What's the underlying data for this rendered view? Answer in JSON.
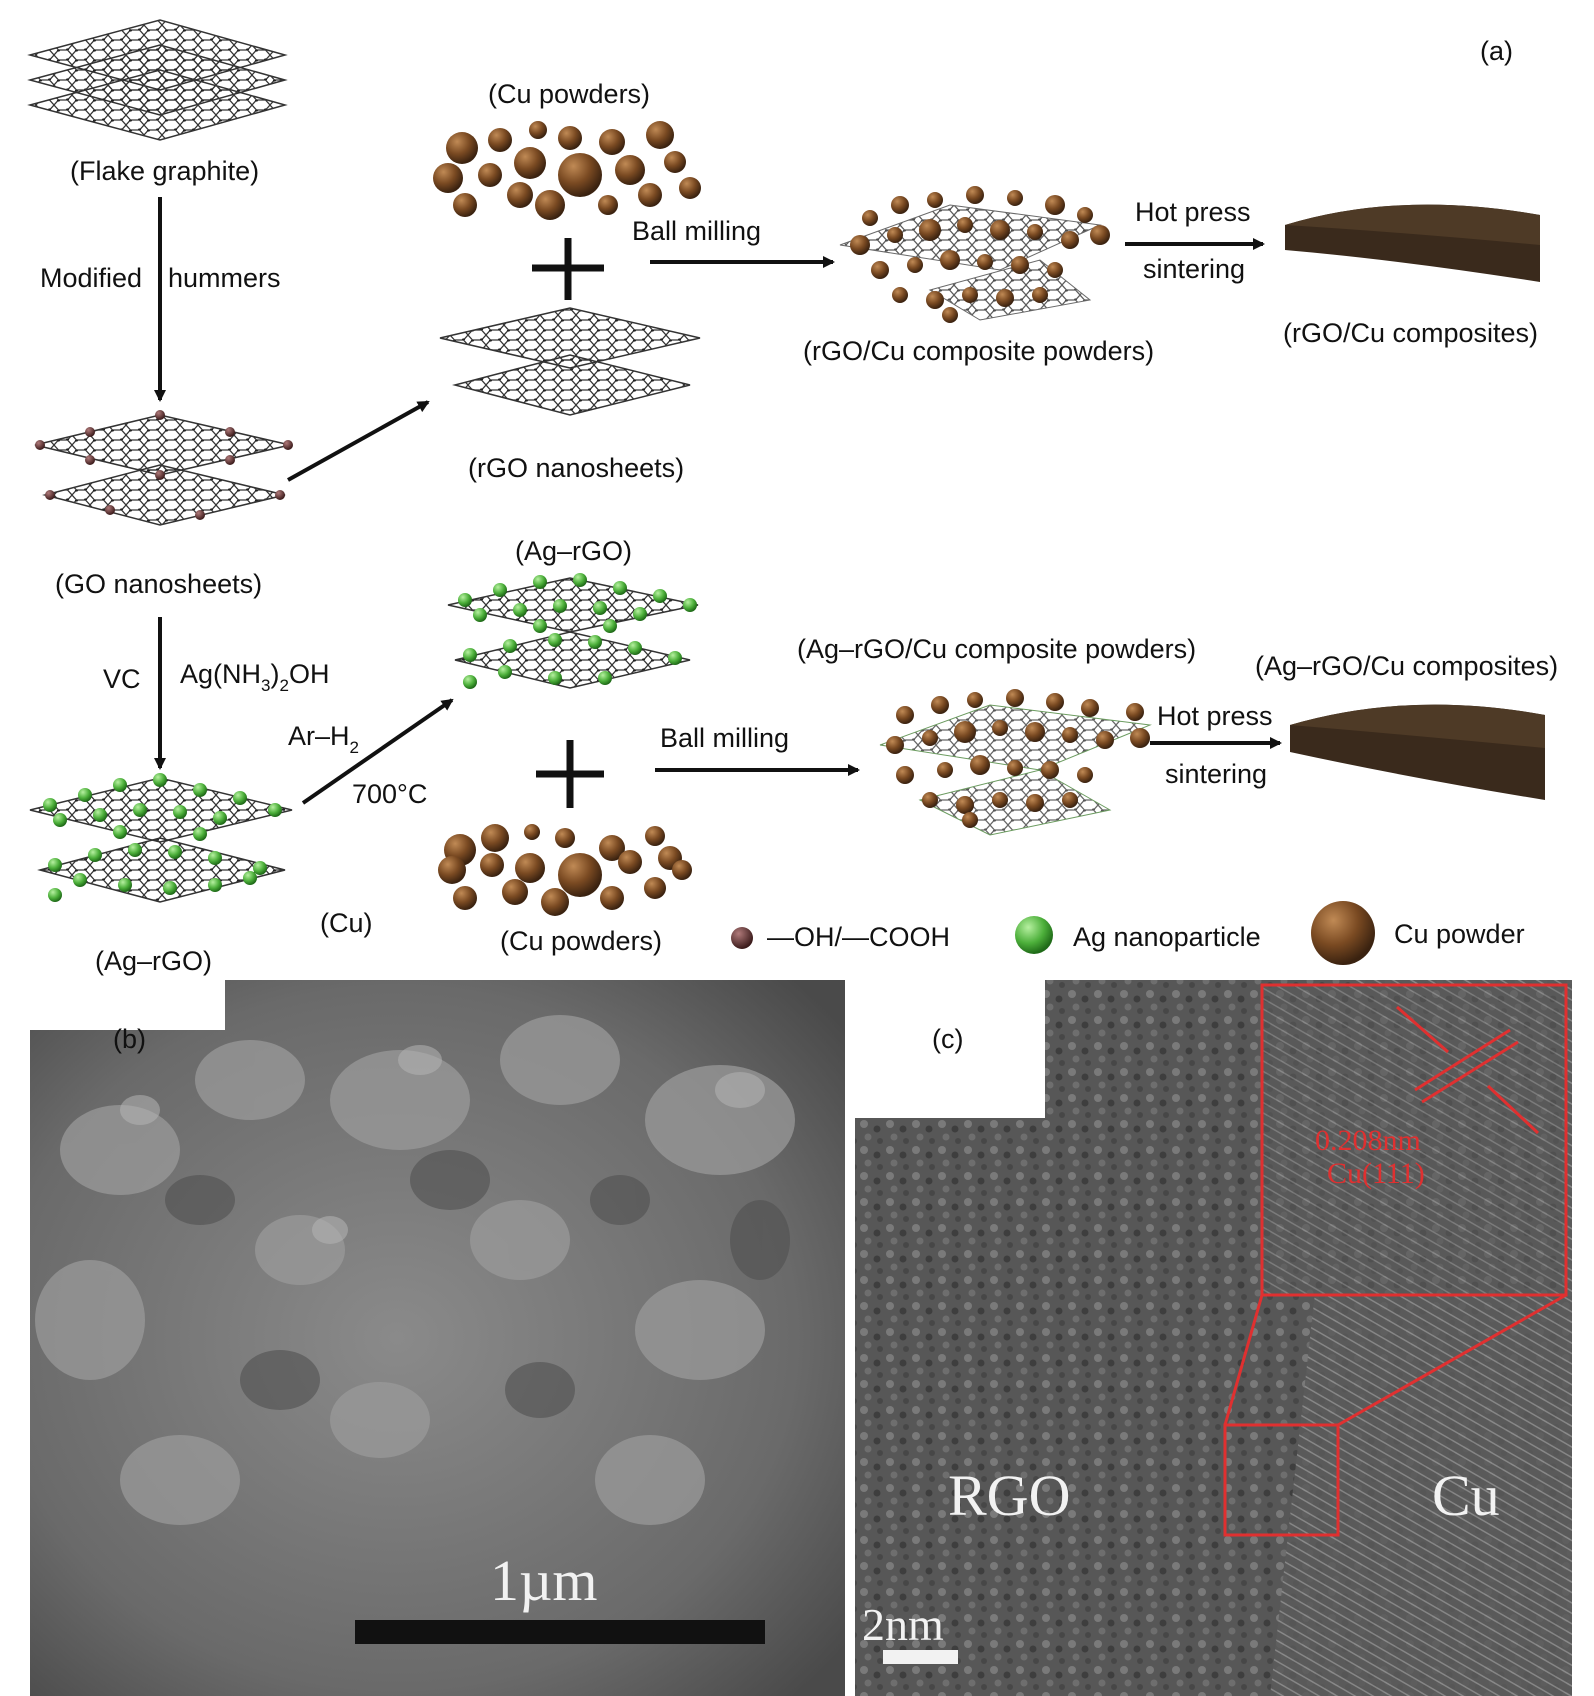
{
  "panel_labels": {
    "a": "(a)",
    "b": "(b)",
    "c": "(c)"
  },
  "scheme": {
    "flake_graphite": "(Flake graphite)",
    "modified": "Modified",
    "hummers": "hummers",
    "go_nanosheets": "(GO nanosheets)",
    "cu_powders_top": "(Cu powders)",
    "ball_milling_top": "Ball milling",
    "rgo_nanosheets": "(rGO nanosheets)",
    "rgo_cu_powders": "(rGO/Cu composite powders)",
    "hot_press_top": "Hot press",
    "sintering_top": "sintering",
    "rgo_cu_composites": "(rGO/Cu composites)",
    "vc": "VC",
    "ag_nh3_main": "Ag(NH",
    "ag_nh3_sub1": "3",
    "ag_nh3_mid": ")",
    "ag_nh3_sub2": "2",
    "ag_nh3_end": "OH",
    "ar_main": "Ar–H",
    "ar_sub": "2",
    "temp": "700°C",
    "ag_rgo_left": "(Ag–rGO)",
    "cu_label": "(Cu)",
    "ag_rgo_top": "(Ag–rGO)",
    "ball_milling_bottom": "Ball milling",
    "cu_powders_bottom": "(Cu powders)",
    "ag_rgo_cu_powders": "(Ag–rGO/Cu composite powders)",
    "hot_press_bottom": "Hot press",
    "sintering_bottom": "sintering",
    "ag_rgo_cu_composites": "(Ag–rGO/Cu composites)"
  },
  "legend": {
    "oh_cooh": "—OH/—COOH",
    "ag_np": "Ag nanoparticle",
    "cu_powder": "Cu powder"
  },
  "micrograph_b": {
    "scale": "1µm"
  },
  "micrograph_c": {
    "rgo": "RGO",
    "cu": "Cu",
    "scale": "2nm",
    "spacing": "0.208nm",
    "plane": "Cu(111)"
  },
  "colors": {
    "copper": "#7a4a22",
    "silver_np": "#4caf3a",
    "oxygen_group": "#6a3a3a",
    "composite": "#4a3a2a",
    "highlight_red": "#e03030"
  }
}
